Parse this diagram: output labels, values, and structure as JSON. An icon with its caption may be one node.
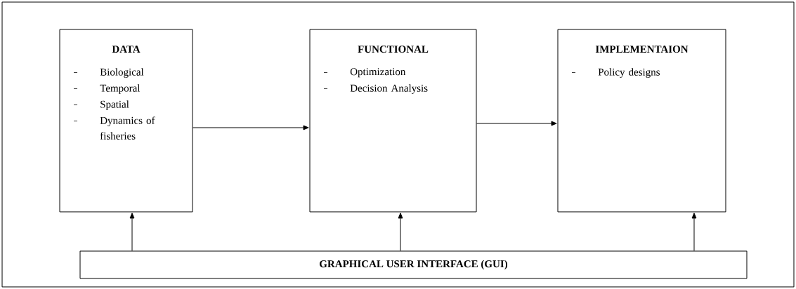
{
  "diagram": {
    "nodes": [
      {
        "text": [
          "DATA",
          "Biological",
          "Temporal",
          "Spatial",
          "Dynamics of fisheries"
        ]
      },
      {
        "text": [
          "FUNCTIONAL",
          "Optimization",
          "Decision Analysis"
        ]
      },
      {
        "text": [
          "IMPLEMENTAION",
          "Policy designs"
        ]
      },
      {
        "text": [
          "GRAPHICAL USER INTERFACE (GUI)"
        ]
      }
    ],
    "edges": [
      {
        "from": 0,
        "to": 1,
        "arrow": "to"
      },
      {
        "from": 1,
        "to": 2,
        "arrow": "to"
      },
      {
        "from": 3,
        "to": 0,
        "arrow": "to"
      },
      {
        "from": 3,
        "to": 1,
        "arrow": "to"
      },
      {
        "from": 3,
        "to": 2,
        "arrow": "to"
      }
    ]
  }
}
